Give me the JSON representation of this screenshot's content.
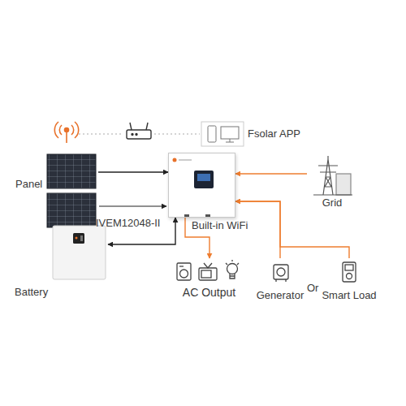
{
  "diagram": {
    "nodes": [
      {
        "text": [
          "Panel"
        ]
      },
      {
        "text": [
          "IVEM12048-II"
        ]
      },
      {
        "text": [
          "Grid"
        ]
      },
      {
        "text": [
          "Battery"
        ]
      },
      {
        "text": [
          "AC Output"
        ]
      },
      {
        "text": [
          "Generator"
        ]
      },
      {
        "text": [
          "Smart Load"
        ]
      },
      {
        "text": [
          "Fsolar APP"
        ]
      }
    ],
    "edges": [
      {
        "from": 0,
        "to": 1,
        "arrow": "to"
      },
      {
        "from": 2,
        "to": 1,
        "arrow": "to"
      },
      {
        "from": 3,
        "to": 1,
        "arrow": "both"
      },
      {
        "from": 1,
        "to": 4,
        "arrow": "to"
      },
      {
        "from": 5,
        "to": 1,
        "arrow": "to"
      },
      {
        "from": 6,
        "to": 1,
        "arrow": "to"
      }
    ],
    "labels": [
      "Built-in WiFi",
      "Or"
    ]
  }
}
